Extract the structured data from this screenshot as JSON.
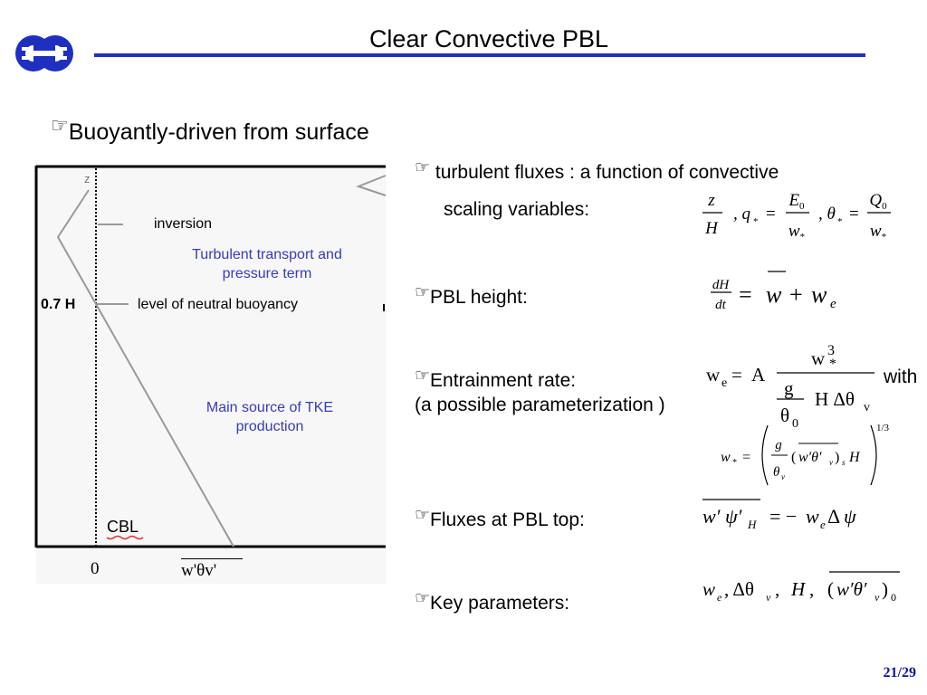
{
  "slide": {
    "title": "Clear Convective PBL",
    "page": "21/29",
    "accent_color": "#1f2fbf"
  },
  "main_bullet": {
    "icon": "pointing-hand-icon",
    "text": "Buoyantly-driven from surface"
  },
  "figure": {
    "label_inversion": "inversion",
    "label_transport": "Turbulent transport and pressure term",
    "label_07h": "0.7 H",
    "label_neutral": "level of neutral buoyancy",
    "label_tke": "Main source of TKE production",
    "label_cbl": "CBL",
    "x_zero": "0",
    "x_axis": "w'θv'",
    "y_top": "z"
  },
  "bullets": [
    {
      "text": "turbulent fluxes : a function of convective",
      "text2": "scaling variables:"
    },
    {
      "text": "PBL height:"
    },
    {
      "text": "Entrainment rate:",
      "text2": "(a possible parameterization )",
      "suffix": "with"
    },
    {
      "text": "Fluxes at PBL top:"
    },
    {
      "text": "Key parameters:"
    }
  ]
}
